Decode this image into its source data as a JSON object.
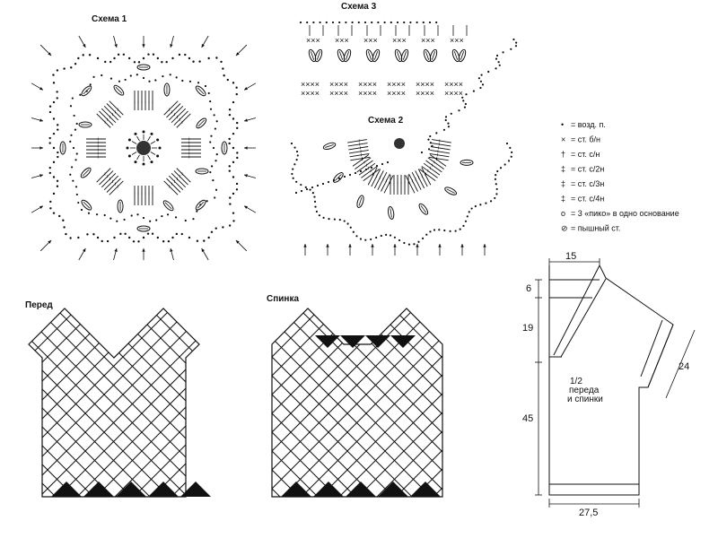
{
  "diagrams": {
    "scheme1_title": "Схема 1",
    "scheme2_title": "Схема 2",
    "scheme3_title": "Схема 3",
    "front_title": "Перед",
    "back_title": "Спинка"
  },
  "legend": {
    "items": [
      {
        "symbol": "•",
        "label": "= возд. п."
      },
      {
        "symbol": "×",
        "label": "= ст. б/н"
      },
      {
        "symbol": "†",
        "label": "= ст. с/н"
      },
      {
        "symbol": "‡",
        "label": "= ст. с/2н"
      },
      {
        "symbol": "‡",
        "label": "= ст. с/3н"
      },
      {
        "symbol": "‡",
        "label": "= ст. с/4н"
      },
      {
        "symbol": "o",
        "label": "= 3 «пико» в одно основание"
      },
      {
        "symbol": "⊘",
        "label": "= пышный ст."
      }
    ]
  },
  "pattern": {
    "dim_top": "15",
    "dim_shoulder": "6",
    "dim_armhole": "19",
    "dim_sleeve": "24",
    "dim_length": "45",
    "dim_bottom": "27,5",
    "label_line1": "1/2",
    "label_line2": "переда",
    "label_line3": "и спинки"
  }
}
